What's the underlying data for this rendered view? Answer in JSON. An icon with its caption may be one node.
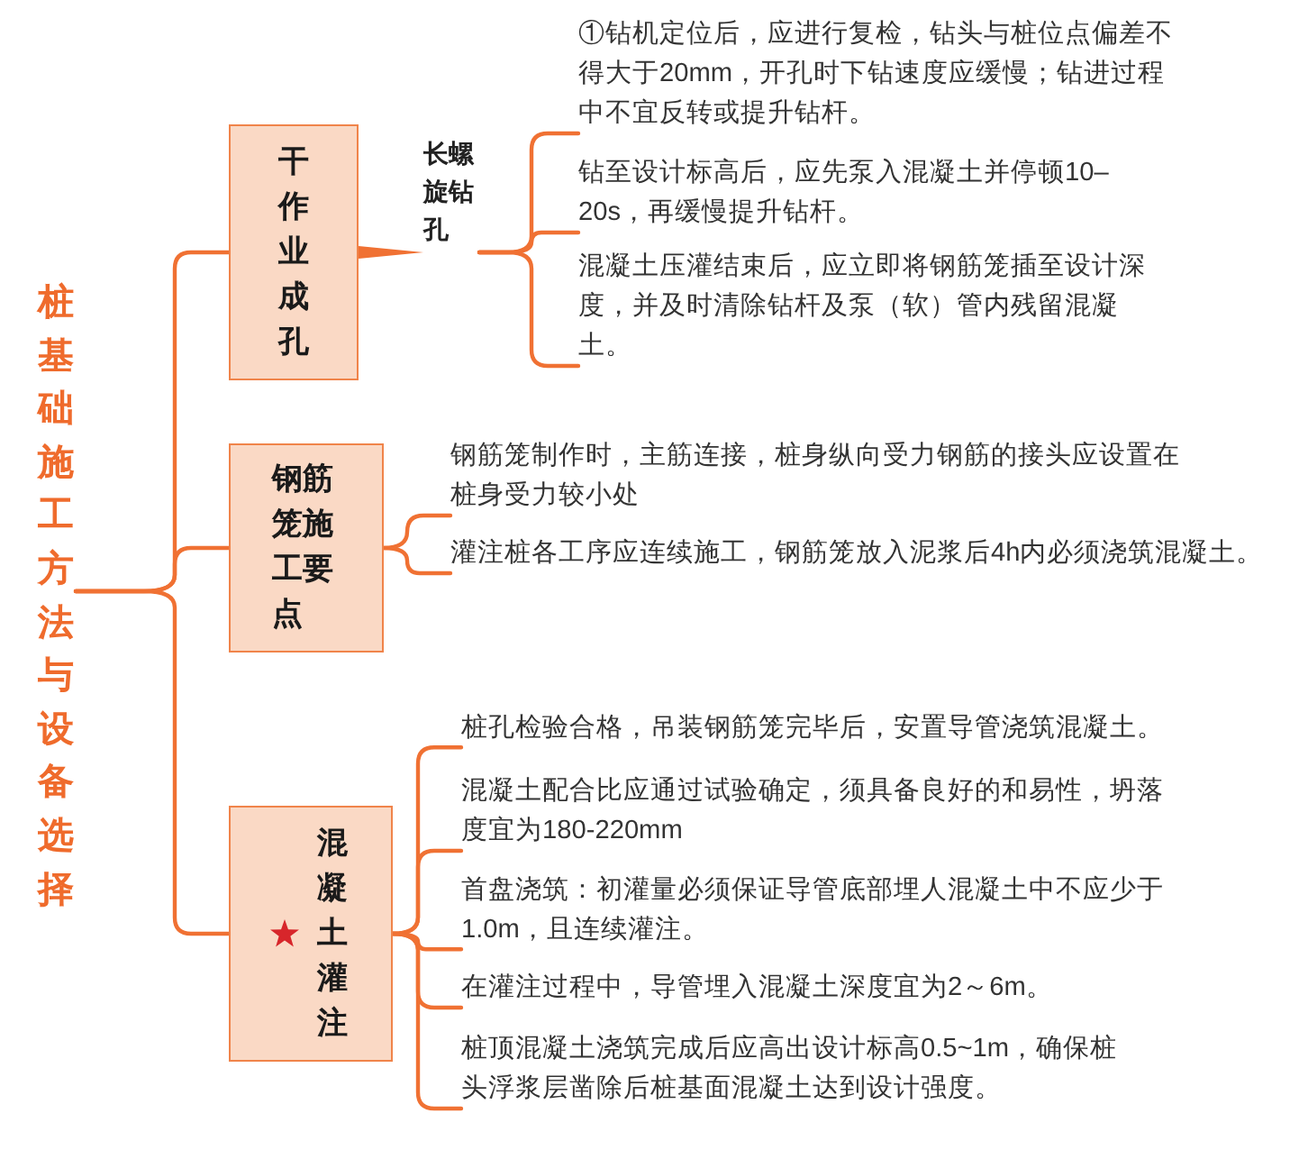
{
  "diagram": {
    "nodes": [
      {
        "text": [
          "桩基础施工方法与设备选择"
        ]
      },
      {
        "text": [
          "干作业成孔"
        ]
      },
      {
        "text": [
          "长螺旋钻孔"
        ]
      },
      {
        "text": [
          "①钻机定位后，应进行复检，钻头与桩位点偏差不得大于20mm，开孔时下钻速度应缓慢；钻进过程中不宜反转或提升钻杆。"
        ]
      },
      {
        "text": [
          "钻至设计标高后，应先泵入混凝土并停顿10–20s，再缓慢提升钻杆。"
        ]
      },
      {
        "text": [
          "混凝土压灌结束后，应立即将钢筋笼插至设计深度，并及时清除钻杆及泵（软）管内残留混凝土。"
        ]
      },
      {
        "text": [
          "钢筋笼施工要点"
        ]
      },
      {
        "text": [
          "钢筋笼制作时，主筋连接，桩身纵向受力钢筋的接头应设置在桩身受力较小处"
        ]
      },
      {
        "text": [
          "灌注桩各工序应连续施工，钢筋笼放入泥浆后4h内必须浇筑混凝土。"
        ]
      },
      {
        "text": [
          "混凝土灌注"
        ]
      },
      {
        "text": [
          "桩孔检验合格，吊装钢筋笼完毕后，安置导管浇筑混凝土。"
        ]
      },
      {
        "text": [
          "混凝土配合比应通过试验确定，须具备良好的和易性，坍落度宜为180-220mm"
        ]
      },
      {
        "text": [
          "首盘浇筑：初灌量必须保证导管底部埋人混凝土中不应少于1.0m，且连续灌注。"
        ]
      },
      {
        "text": [
          "在灌注过程中，导管埋入混凝土深度宜为2～6m。"
        ]
      },
      {
        "text": [
          "桩顶混凝土浇筑完成后应高出设计标高0.5~1m，确保桩头浮浆层凿除后桩基面混凝土达到设计强度。"
        ]
      }
    ],
    "edges": [
      {
        "from": 0,
        "to": 1,
        "arrow": "none"
      },
      {
        "from": 0,
        "to": 6,
        "arrow": "none"
      },
      {
        "from": 0,
        "to": 9,
        "arrow": "none"
      },
      {
        "from": 1,
        "to": 2,
        "arrow": "none",
        "style": "thick"
      },
      {
        "from": 2,
        "to": 3,
        "arrow": "none"
      },
      {
        "from": 2,
        "to": 4,
        "arrow": "none"
      },
      {
        "from": 2,
        "to": 5,
        "arrow": "none"
      },
      {
        "from": 6,
        "to": 7,
        "arrow": "none"
      },
      {
        "from": 6,
        "to": 8,
        "arrow": "none"
      },
      {
        "from": 9,
        "to": 10,
        "arrow": "none"
      },
      {
        "from": 9,
        "to": 11,
        "arrow": "none"
      },
      {
        "from": 9,
        "to": 12,
        "arrow": "none"
      },
      {
        "from": 9,
        "to": 13,
        "arrow": "none"
      },
      {
        "from": 9,
        "to": 14,
        "arrow": "none"
      }
    ]
  }
}
